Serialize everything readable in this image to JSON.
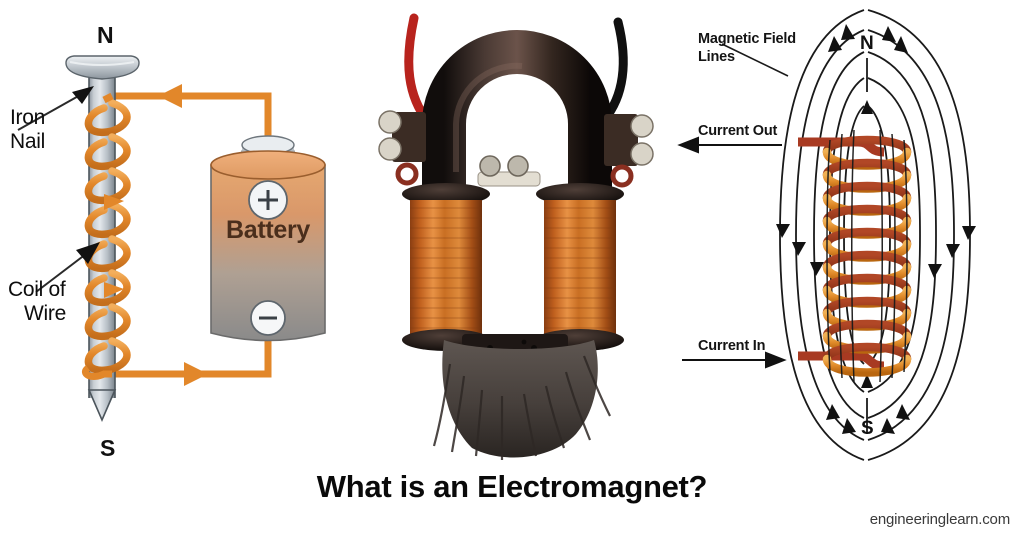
{
  "page": {
    "title": "What is an Electromagnet?",
    "footer_credit": "engineeringlearn.com",
    "background_color": "#ffffff"
  },
  "colors": {
    "wire_orange": "#E8912F",
    "wire_orange_light": "#F2A64A",
    "wire_dark_red": "#A83A22",
    "nail_gray_light": "#D9DEE3",
    "nail_gray_mid": "#A7B0B8",
    "nail_gray_dark": "#6F7A83",
    "battery_top": "#E2A068",
    "battery_bottom": "#8C8C8C",
    "field_line": "#1A1A1A",
    "text_black": "#0d0d0d"
  },
  "diagram_left": {
    "name": "nail-coil-battery-circuit",
    "pole_north": "N",
    "pole_south": "S",
    "label_iron_nail": "Iron\nNail",
    "label_iron_nail_line1": "Iron",
    "label_iron_nail_line2": "Nail",
    "label_coil_line1": "Coil of",
    "label_coil_line2": "Wire",
    "battery_label": "Battery",
    "battery_positive": "+",
    "battery_negative": "−",
    "coil_turns": 9,
    "current_arrows": 4
  },
  "photo_middle": {
    "name": "horseshoe-electromagnet-photo",
    "description": "Horseshoe electromagnet with two copper coils holding iron filings",
    "lead_wire_left_color": "#C0241F",
    "lead_wire_right_color": "#141414",
    "core_color": "#2B2220",
    "copper_color": "#C46A27",
    "filings_color": "#4A4441",
    "brass_color": "#A8862F"
  },
  "diagram_right": {
    "name": "solenoid-magnetic-field-diagram",
    "label_magnetic_field_line1": "Magnetic Field",
    "label_magnetic_field_line2": "Lines",
    "label_current_out": "Current Out",
    "label_current_in": "Current In",
    "pole_north": "N",
    "pole_south": "S",
    "coil_turns": 10,
    "field_loops_per_side": 5
  }
}
